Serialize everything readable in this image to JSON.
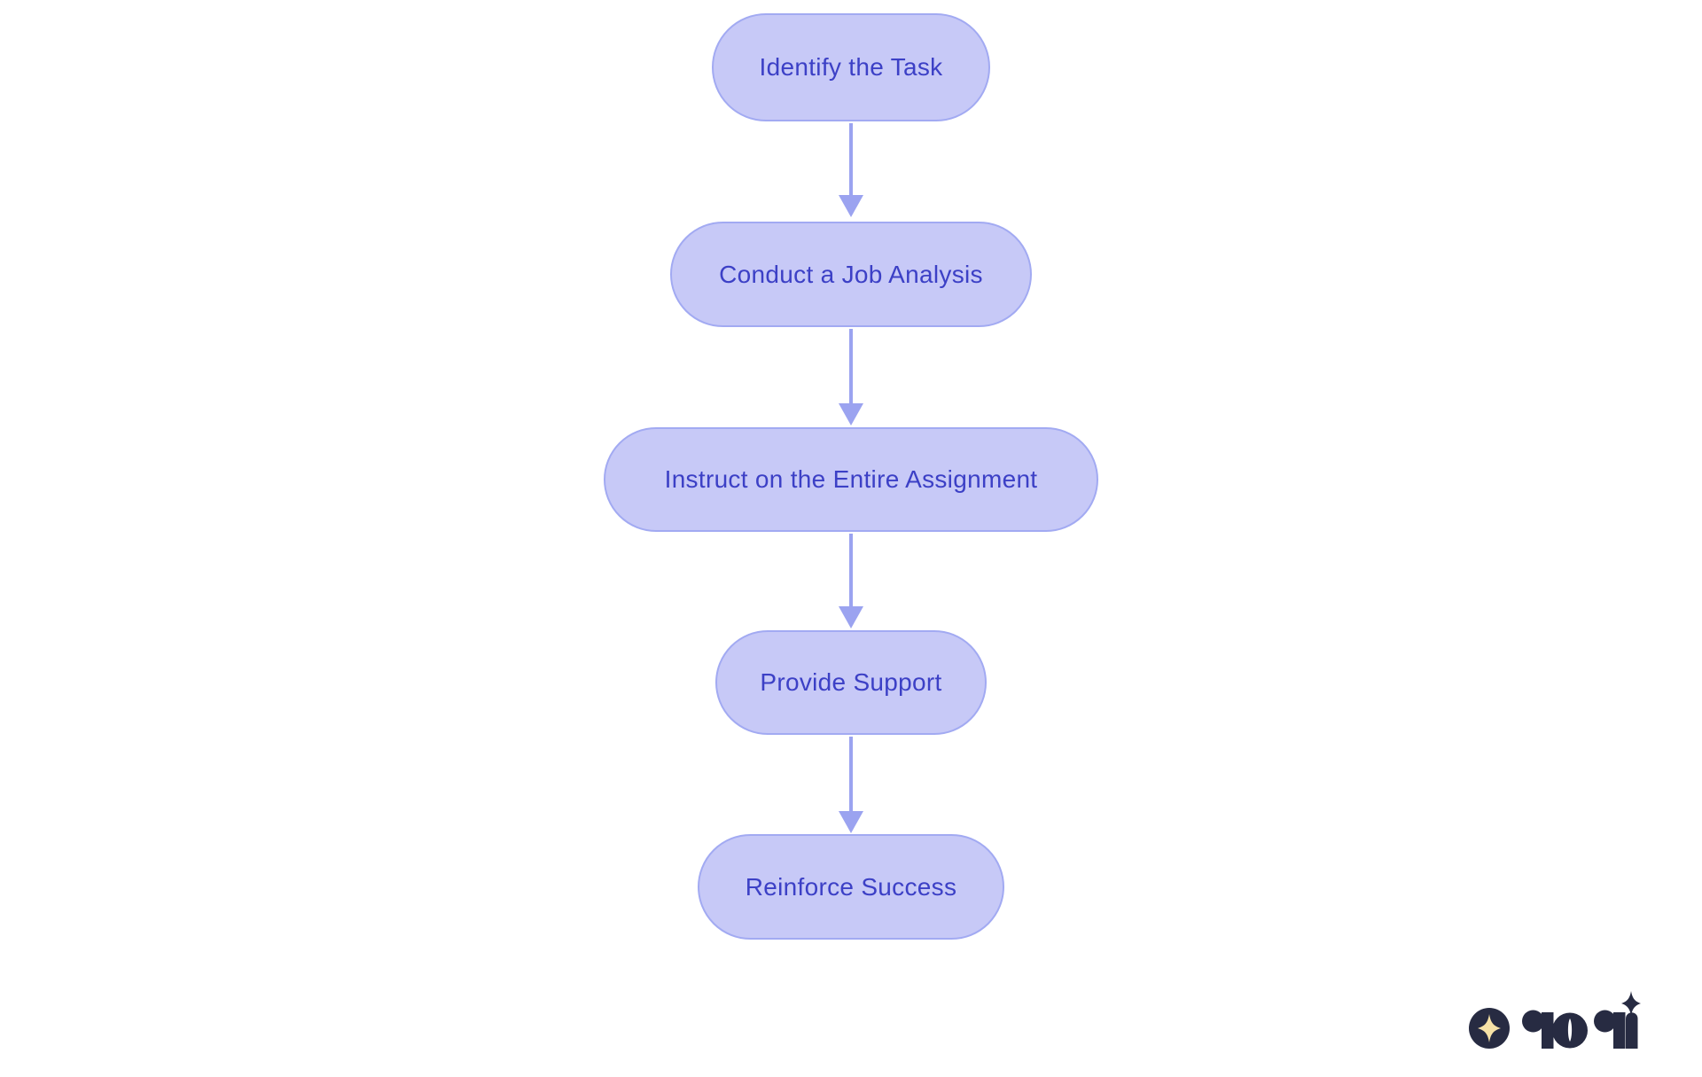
{
  "diagram": {
    "type": "flowchart",
    "direction": "top-down",
    "nodes": [
      {
        "id": "step-1",
        "label": "Identify the Task"
      },
      {
        "id": "step-2",
        "label": "Conduct a Job Analysis"
      },
      {
        "id": "step-3",
        "label": "Instruct on the Entire Assignment"
      },
      {
        "id": "step-4",
        "label": "Provide Support"
      },
      {
        "id": "step-5",
        "label": "Reinforce Success"
      }
    ],
    "edges": [
      {
        "from": "step-1",
        "to": "step-2"
      },
      {
        "from": "step-2",
        "to": "step-3"
      },
      {
        "from": "step-3",
        "to": "step-4"
      },
      {
        "from": "step-4",
        "to": "step-5"
      }
    ]
  },
  "branding": {
    "logo_wordmark": "rori",
    "logo_icon": "sparkle-in-circle-icon"
  },
  "colors": {
    "node_fill": "#c7c9f7",
    "node_border": "#a2aaf2",
    "node_text": "#3c40c6",
    "arrow": "#9ba3f0",
    "background": "#ffffff",
    "logo_dark": "#272b42",
    "logo_star": "#f7e2a6"
  }
}
